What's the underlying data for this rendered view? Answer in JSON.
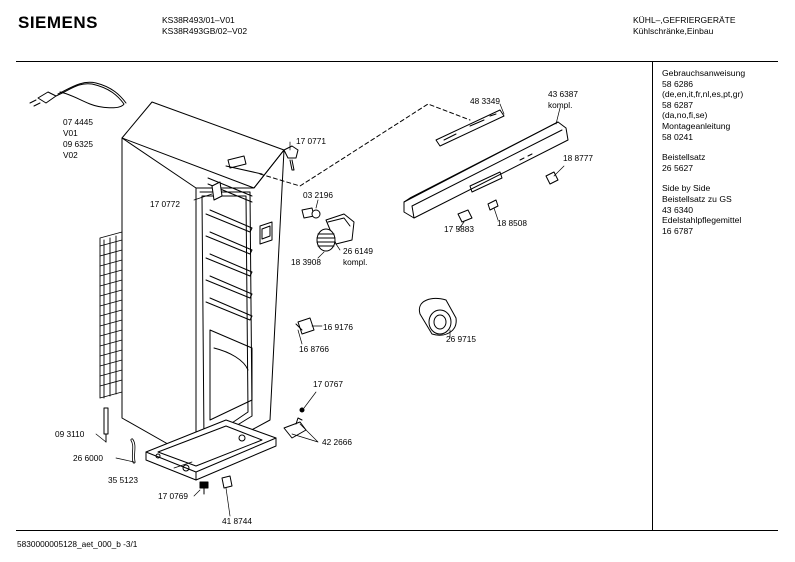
{
  "header": {
    "brand": "SIEMENS",
    "model_line_1": "KS38R493/01–V01",
    "model_line_2": "KS38R493GB/02–V02",
    "category_line_1": "KÜHL–,GEFRIERGERÄTE",
    "category_line_2": "Kühlschränke,Einbau"
  },
  "footer": {
    "doc_id": "5830000005128_aet_000_b   -3/1"
  },
  "sidebar": {
    "blocks": [
      [
        "Gebrauchsanweisung",
        "58 6286",
        "(de,en,it,fr,nl,es,pt,gr)",
        "58 6287",
        "(da,no,fi,se)",
        "Montageanleitung",
        "58 0241"
      ],
      [
        "Beistellsatz",
        "26 5627"
      ],
      [
        "Side by Side",
        "Beistellsatz zu GS",
        "43 6340",
        "Edelstahlpflegemittel",
        "16 6787"
      ]
    ]
  },
  "parts": {
    "p074445": "07 4445",
    "v01": "V01",
    "p096325": "09 6325",
    "v02": "V02",
    "p170771": "17 0771",
    "p170772": "17 0772",
    "p032196": "03 2196",
    "p266149": "26 6149",
    "p266149_note": "kompl.",
    "p183908": "18 3908",
    "p483349": "48 3349",
    "p436387": "43 6387",
    "p436387_note": "kompl.",
    "p188777": "18 8777",
    "p175883": "17 5883",
    "p188508": "18 8508",
    "p169176": "16 9176",
    "p168766": "16 8766",
    "p269715": "26 9715",
    "p170767": "17 0767",
    "p093110": "09 3110",
    "p422666": "42 2666",
    "p266000": "26 6000",
    "p355123": "35 5123",
    "p170769": "17 0769",
    "p418744": "41 8744"
  }
}
